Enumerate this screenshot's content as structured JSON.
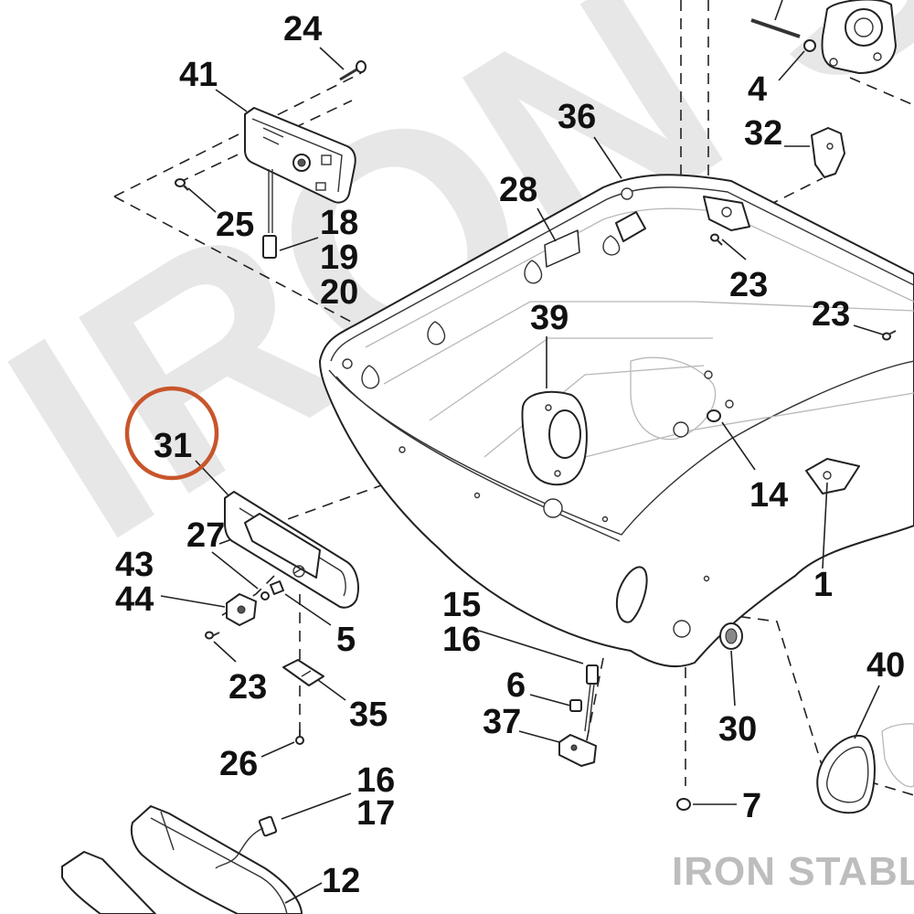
{
  "watermark": {
    "background_text": "IRON S",
    "brand": "IRON STABLE"
  },
  "highlight": {
    "callout": "31",
    "ring_color": "#c8552b"
  },
  "callouts": [
    {
      "id": "24",
      "label": "24"
    },
    {
      "id": "41",
      "label": "41"
    },
    {
      "id": "36",
      "label": "36"
    },
    {
      "id": "32",
      "label": "32"
    },
    {
      "id": "4",
      "label": "4"
    },
    {
      "id": "28",
      "label": "28"
    },
    {
      "id": "25",
      "label": "25"
    },
    {
      "id": "18",
      "label": "18"
    },
    {
      "id": "19",
      "label": "19"
    },
    {
      "id": "20",
      "label": "20"
    },
    {
      "id": "23a",
      "label": "23"
    },
    {
      "id": "23b",
      "label": "23"
    },
    {
      "id": "39",
      "label": "39"
    },
    {
      "id": "31",
      "label": "31"
    },
    {
      "id": "14",
      "label": "14"
    },
    {
      "id": "1",
      "label": "1"
    },
    {
      "id": "27",
      "label": "27"
    },
    {
      "id": "43",
      "label": "43"
    },
    {
      "id": "44",
      "label": "44"
    },
    {
      "id": "5",
      "label": "5"
    },
    {
      "id": "23c",
      "label": "23"
    },
    {
      "id": "15",
      "label": "15"
    },
    {
      "id": "16a",
      "label": "16"
    },
    {
      "id": "40",
      "label": "40"
    },
    {
      "id": "35",
      "label": "35"
    },
    {
      "id": "6",
      "label": "6"
    },
    {
      "id": "37",
      "label": "37"
    },
    {
      "id": "30",
      "label": "30"
    },
    {
      "id": "26",
      "label": "26"
    },
    {
      "id": "16b",
      "label": "16"
    },
    {
      "id": "17",
      "label": "17"
    },
    {
      "id": "7",
      "label": "7"
    },
    {
      "id": "12",
      "label": "12"
    }
  ]
}
